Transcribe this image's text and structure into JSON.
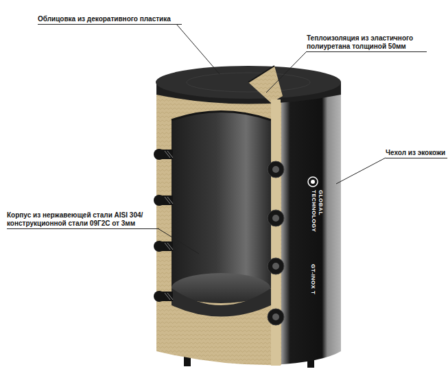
{
  "diagram": {
    "labels": [
      "Облицовка из декоративного пластика",
      "Теплоизоляция из эластичного полиуретана толщиной 50мм",
      "Чехол из экокожи",
      "Корпус из нержавеющей стали AISI 304/ конструкционной стали 09Г2С от 3мм",
      "GLOBAL TECHNOLOGY",
      "GT-INOX T"
    ]
  }
}
